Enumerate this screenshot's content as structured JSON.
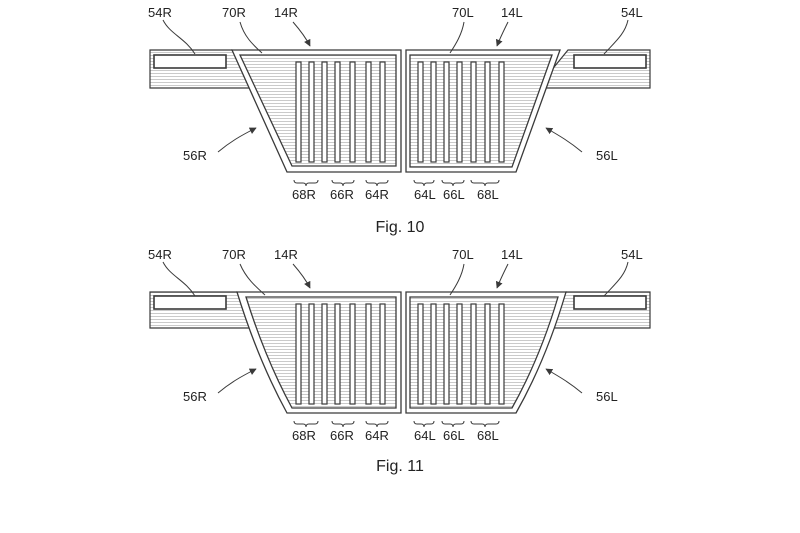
{
  "figures": [
    {
      "caption": "Fig. 10",
      "labels": {
        "s54r": "54R",
        "s70r": "70R",
        "s14r": "14R",
        "s70l": "70L",
        "s14l": "14L",
        "s54l": "54L",
        "s56r": "56R",
        "s56l": "56L",
        "s68r": "68R",
        "s66r": "66R",
        "s64r": "64R",
        "s64l": "64L",
        "s66l": "66L",
        "s68l": "68L"
      }
    },
    {
      "caption": "Fig. 11",
      "labels": {
        "s54r": "54R",
        "s70r": "70R",
        "s14r": "14R",
        "s70l": "70L",
        "s14l": "14L",
        "s54l": "54L",
        "s56r": "56R",
        "s56l": "56L",
        "s68r": "68R",
        "s66r": "66R",
        "s64r": "64R",
        "s64l": "64L",
        "s66l": "66L",
        "s68l": "68L"
      }
    }
  ],
  "colors": {
    "line": "#3a3a3a",
    "hatch": "#bdbdbd",
    "background": "#ffffff"
  }
}
